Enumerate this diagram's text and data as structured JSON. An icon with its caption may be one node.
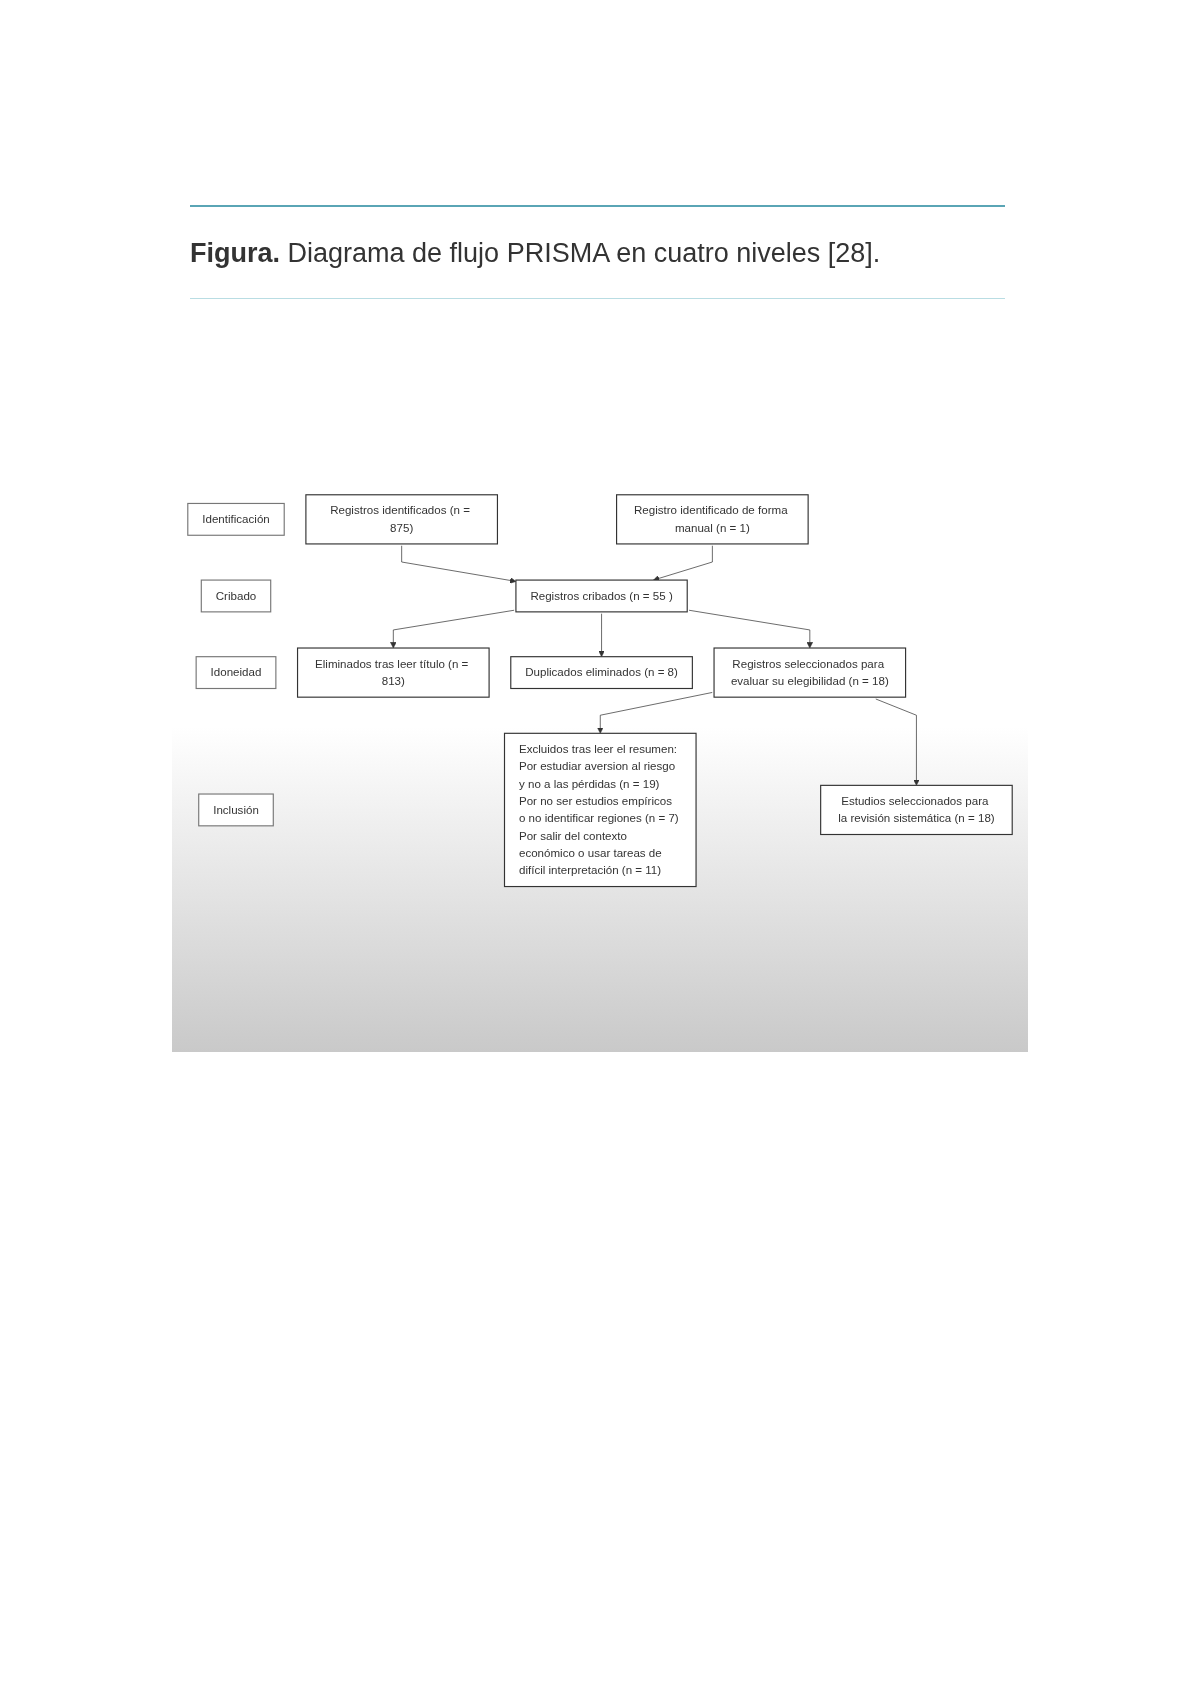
{
  "diagram": {
    "title": "**Figura.** Diagrama de flujo PRISMA en cuatro niveles [28].",
    "nodes": [
      {
        "text": [
          "Identificación"
        ]
      },
      {
        "text": [
          "Registros identificados (n = 875)"
        ]
      },
      {
        "text": [
          "Registro identificado de forma manual (n = 1)"
        ]
      },
      {
        "text": [
          "Cribado"
        ]
      },
      {
        "text": [
          "Registros cribados (n = 55 )"
        ]
      },
      {
        "text": [
          "Eliminados tras leer título (n = 813)"
        ]
      },
      {
        "text": [
          "Duplicados eliminados (n = 8)"
        ]
      },
      {
        "text": [
          "Idoneidad"
        ]
      },
      {
        "text": [
          "Registros seleccionados para evaluar su elegibilidad (n = 18)"
        ]
      },
      {
        "text": [
          "Excluidos tras leer el resumen:",
          "Por estudiar aversion al riesgo y no a las pérdidas (n = 19)",
          "Por no ser estudios empíricos o no identificar regiones (n = 7)",
          "Por salir del contexto económico o usar tareas de difícil interpretación (n = 11)"
        ]
      },
      {
        "text": [
          "Inclusión"
        ]
      },
      {
        "text": [
          "Estudios seleccionados para la revisión sistemática (n = 18)"
        ]
      }
    ],
    "edges": [
      {
        "from": 1,
        "to": 4,
        "arrow": "to"
      },
      {
        "from": 2,
        "to": 4,
        "arrow": "to"
      },
      {
        "from": 4,
        "to": 5,
        "arrow": "to"
      },
      {
        "from": 4,
        "to": 6,
        "arrow": "to"
      },
      {
        "from": 4,
        "to": 8,
        "arrow": "to"
      },
      {
        "from": 8,
        "to": 9,
        "arrow": "to"
      },
      {
        "from": 8,
        "to": 11,
        "arrow": "to"
      }
    ]
  }
}
